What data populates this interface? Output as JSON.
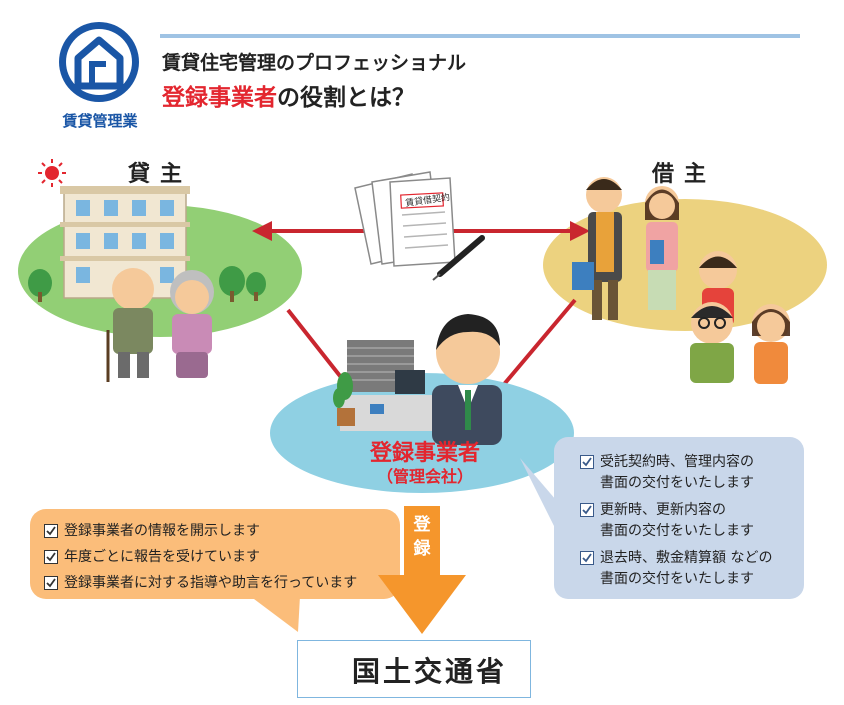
{
  "logo": {
    "caption": "賃貸管理業"
  },
  "title": {
    "line1": "賃貸住宅管理のプロフェッショナル",
    "line2_accent": "登録事業者",
    "line2_rest": "の役割とは？"
  },
  "parties": {
    "landlord": "貸主",
    "tenant": "借主",
    "manager_main": "登録事業者",
    "manager_sub": "（管理会社）"
  },
  "contract_doc_label": "賃貸借契約",
  "register_label": "登録",
  "left_bubble_items": [
    "登録事業者の情報を開示します",
    "年度ごとに報告を受けています",
    "登録事業者に対する指導や助言を行っています"
  ],
  "right_bubble_items": [
    {
      "line1": "受託契約時、管理内容の",
      "line2": "書面の交付をいたします"
    },
    {
      "line1": "更新時、更新内容の",
      "line2": "書面の交付をいたします"
    },
    {
      "line1": "退去時、敷金精算額 などの",
      "line2": "書面の交付をいたします"
    }
  ],
  "ministry": "国土交通省",
  "colors": {
    "accent_red": "#e3262f",
    "brand_blue": "#1a56a6",
    "left_bubble": "#fbbd7a",
    "right_bubble": "#c9d7ea",
    "landlord_ellipse": "#92cf75",
    "tenant_ellipse": "#ecd27f",
    "manager_ellipse": "#8fd0e3",
    "arrow_orange": "#f5962c"
  }
}
